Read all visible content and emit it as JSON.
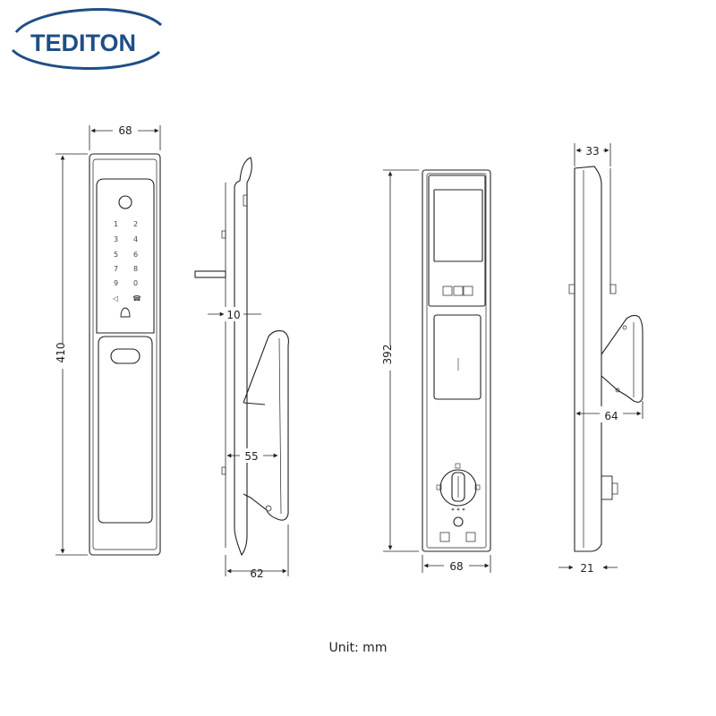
{
  "brand": {
    "name": "TEDITON",
    "color": "#1f4e86"
  },
  "unit_note": "Unit: mm",
  "front_view": {
    "width": "68",
    "height": "410",
    "keypad": [
      "1",
      "2",
      "3",
      "4",
      "5",
      "6",
      "7",
      "8",
      "9",
      "0",
      "◁",
      "☎"
    ]
  },
  "side_view": {
    "thickness": "10",
    "handle_depth": "55",
    "total_depth": "62"
  },
  "back_view": {
    "width": "68",
    "height": "392"
  },
  "back_side_view": {
    "top_width": "33",
    "handle_depth": "64",
    "bottom_depth": "21"
  },
  "colors": {
    "line": "#222222",
    "brand": "#1f4e86"
  }
}
